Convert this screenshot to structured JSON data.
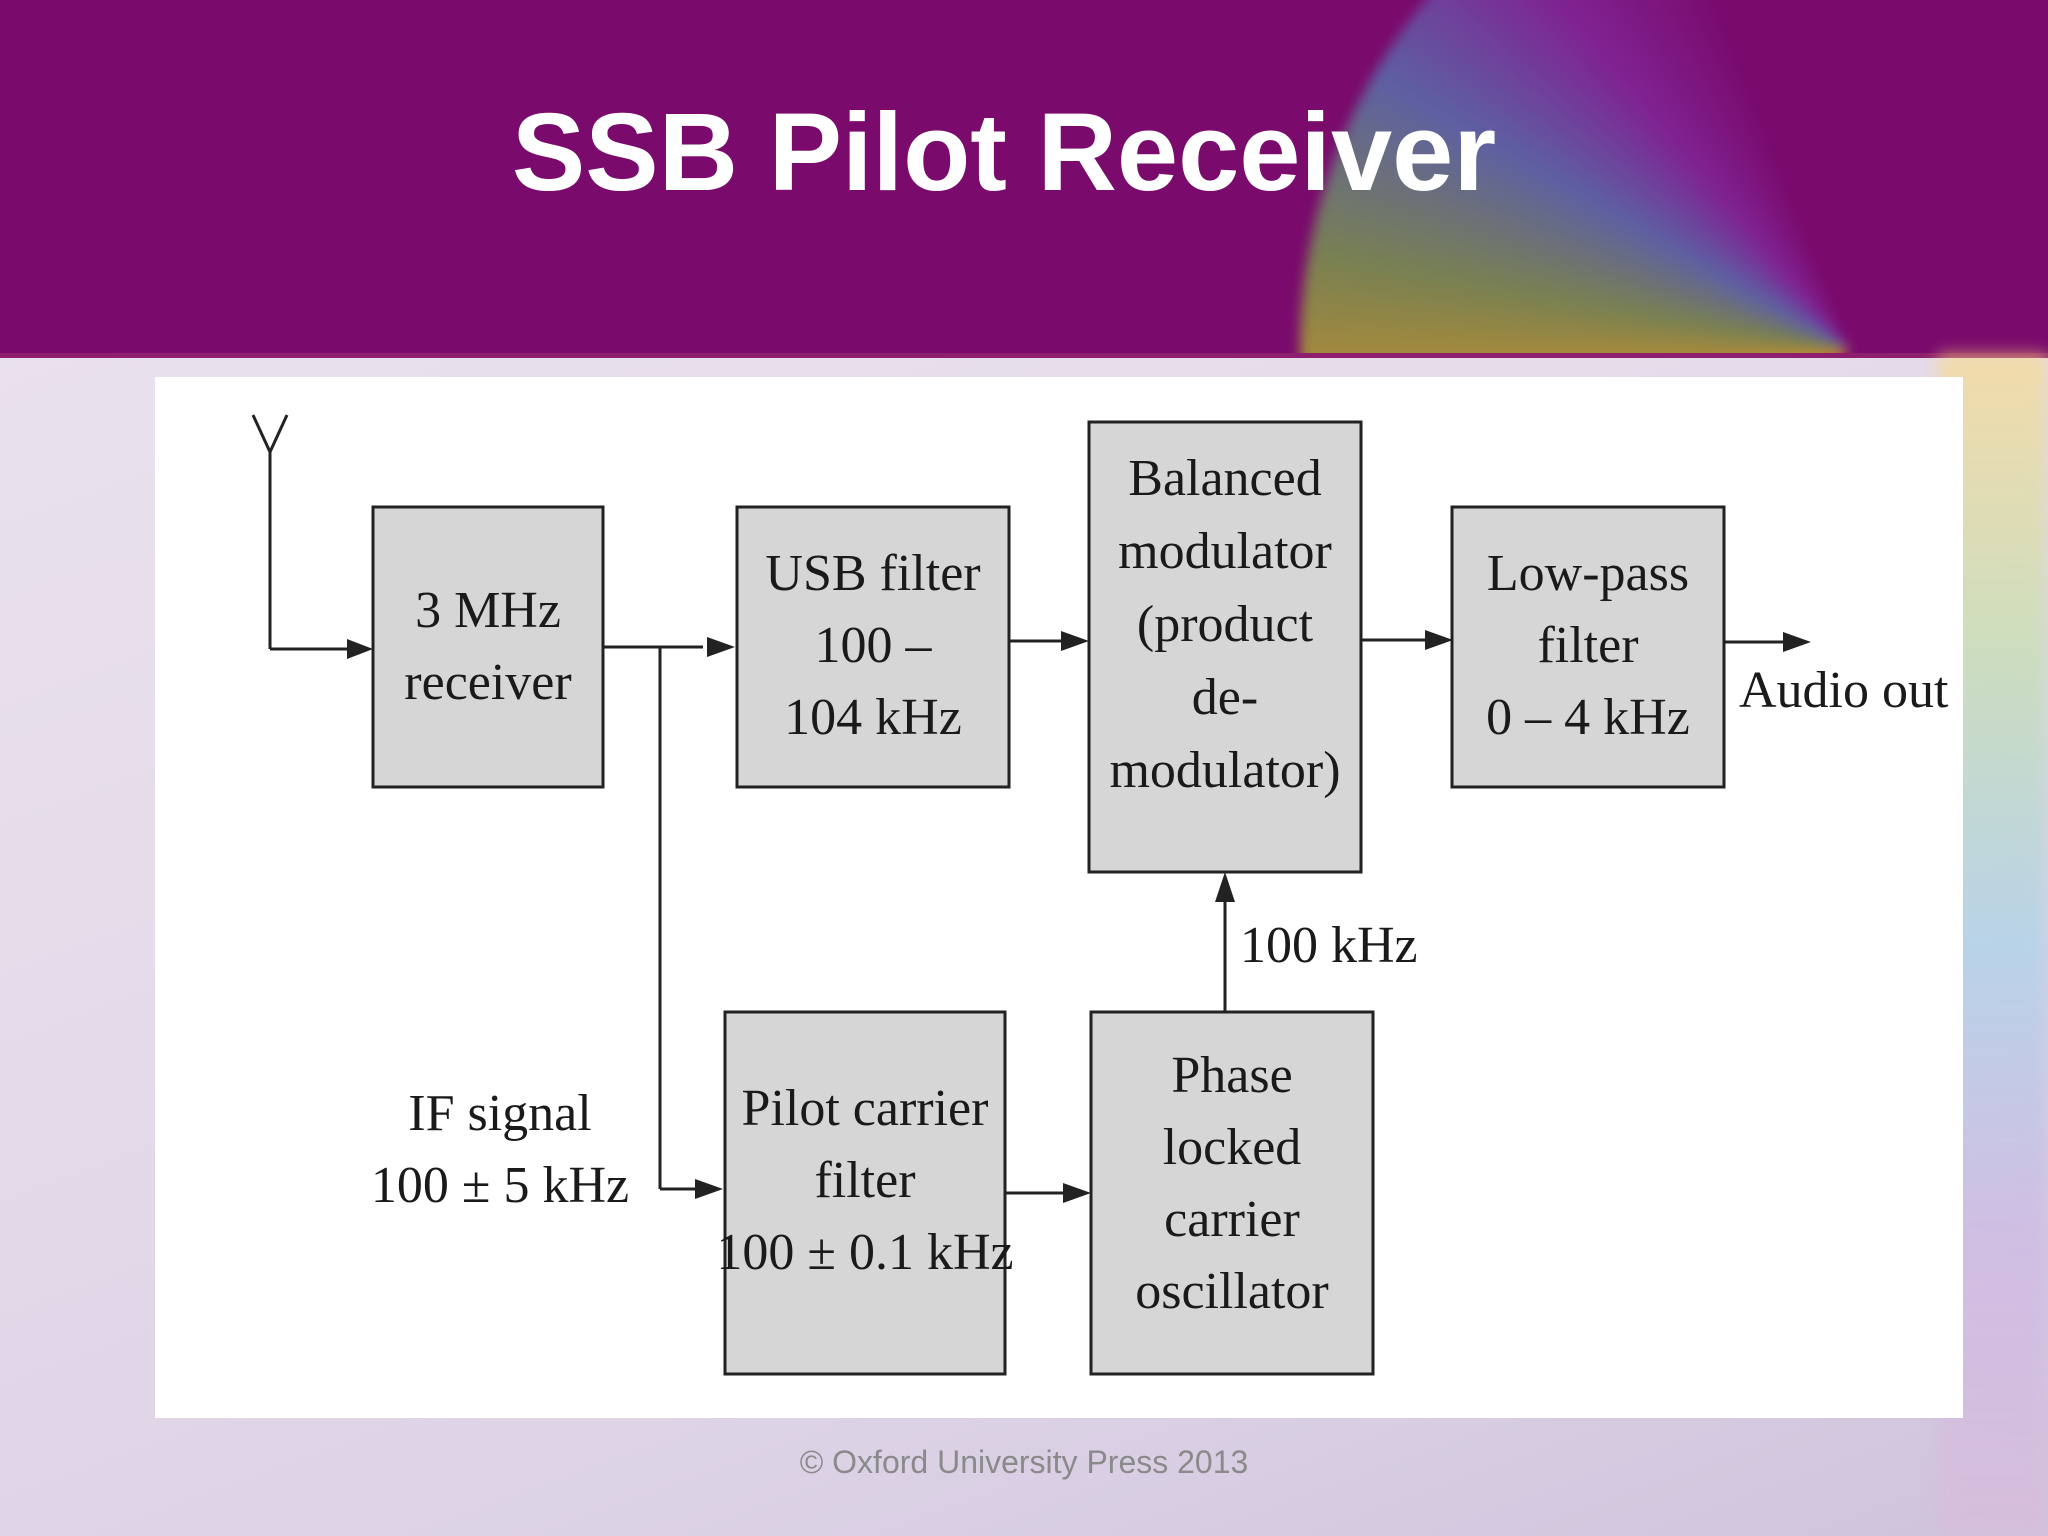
{
  "slide": {
    "title": "SSB Pilot Receiver",
    "copyright": "© Oxford University Press 2013"
  },
  "diagram": {
    "blocks": {
      "receiver": [
        "3 MHz",
        "receiver"
      ],
      "usb_filter": [
        "USB filter",
        "100 –",
        "104 kHz"
      ],
      "balanced_modulator": [
        "Balanced",
        "modulator",
        "(product",
        "de-",
        "modulator)"
      ],
      "low_pass_filter": [
        "Low-pass",
        "filter",
        "0 – 4 kHz"
      ],
      "pilot_filter": [
        "Pilot carrier",
        "filter",
        "100 ± 0.1 kHz"
      ],
      "pll_oscillator": [
        "Phase",
        "locked",
        "carrier",
        "oscillator"
      ]
    },
    "labels": {
      "audio_out": "Audio out",
      "freq_100khz": "100 kHz",
      "if_signal": [
        "IF signal",
        "100 ± 5 kHz"
      ]
    }
  },
  "colors": {
    "header": "#7a0a6c",
    "block_fill": "#d6d6d6",
    "panel": "#ffffff"
  }
}
